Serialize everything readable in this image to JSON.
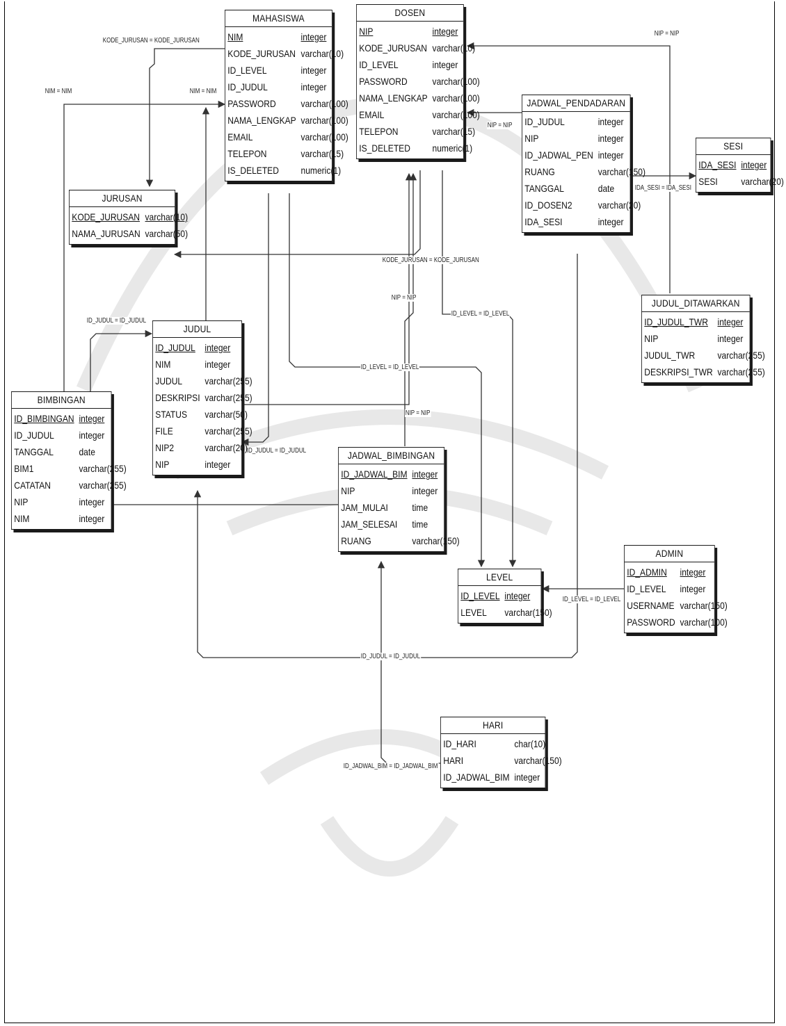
{
  "entities": [
    {
      "id": "mahasiswa",
      "name": "MAHASISWA",
      "cols": [
        {
          "n": "NIM",
          "t": "integer",
          "pk": true
        },
        {
          "n": "KODE_JURUSAN",
          "t": "varchar(10)"
        },
        {
          "n": "ID_LEVEL",
          "t": "integer"
        },
        {
          "n": "ID_JUDUL",
          "t": "integer"
        },
        {
          "n": "PASSWORD",
          "t": "varchar(100)"
        },
        {
          "n": "NAMA_LENGKAP",
          "t": "varchar(100)"
        },
        {
          "n": "EMAIL",
          "t": "varchar(100)"
        },
        {
          "n": "TELEPON",
          "t": "varchar(15)"
        },
        {
          "n": "IS_DELETED",
          "t": "numeric(1)"
        }
      ]
    },
    {
      "id": "dosen",
      "name": "DOSEN",
      "cols": [
        {
          "n": "NIP",
          "t": "integer",
          "pk": true
        },
        {
          "n": "KODE_JURUSAN",
          "t": "varchar(10)"
        },
        {
          "n": "ID_LEVEL",
          "t": "integer"
        },
        {
          "n": "PASSWORD",
          "t": "varchar(100)"
        },
        {
          "n": "NAMA_LENGKAP",
          "t": "varchar(100)"
        },
        {
          "n": "EMAIL",
          "t": "varchar(100)"
        },
        {
          "n": "TELEPON",
          "t": "varchar(15)"
        },
        {
          "n": "IS_DELETED",
          "t": "numeric(1)"
        }
      ]
    },
    {
      "id": "jadwal_pendadaran",
      "name": "JADWAL_PENDADARAN",
      "cols": [
        {
          "n": "ID_JUDUL",
          "t": "integer"
        },
        {
          "n": "NIP",
          "t": "integer"
        },
        {
          "n": "ID_JADWAL_PEN",
          "t": "integer"
        },
        {
          "n": "RUANG",
          "t": "varchar(150)"
        },
        {
          "n": "TANGGAL",
          "t": "date"
        },
        {
          "n": "ID_DOSEN2",
          "t": "varchar(20)"
        },
        {
          "n": "IDA_SESI",
          "t": "integer"
        }
      ]
    },
    {
      "id": "sesi",
      "name": "SESI",
      "cols": [
        {
          "n": "IDA_SESI",
          "t": "integer",
          "pk": true
        },
        {
          "n": "SESI",
          "t": "varchar(20)"
        }
      ]
    },
    {
      "id": "jurusan",
      "name": "JURUSAN",
      "cols": [
        {
          "n": "KODE_JURUSAN",
          "t": "varchar(10)",
          "pk": true
        },
        {
          "n": "NAMA_JURUSAN",
          "t": "varchar(50)"
        }
      ]
    },
    {
      "id": "judul_ditawarkan",
      "name": "JUDUL_DITAWARKAN",
      "cols": [
        {
          "n": "ID_JUDUL_TWR",
          "t": "integer",
          "pk": true
        },
        {
          "n": "NIP",
          "t": "integer"
        },
        {
          "n": "JUDUL_TWR",
          "t": "varchar(255)"
        },
        {
          "n": "DESKRIPSI_TWR",
          "t": "varchar(255)"
        }
      ]
    },
    {
      "id": "judul",
      "name": "JUDUL",
      "cols": [
        {
          "n": "ID_JUDUL",
          "t": "integer",
          "pk": true
        },
        {
          "n": "NIM",
          "t": "integer"
        },
        {
          "n": "JUDUL",
          "t": "varchar(255)"
        },
        {
          "n": "DESKRIPSI",
          "t": "varchar(255)"
        },
        {
          "n": "STATUS",
          "t": "varchar(50)"
        },
        {
          "n": "FILE",
          "t": "varchar(255)"
        },
        {
          "n": "NIP2",
          "t": "varchar(20)"
        },
        {
          "n": "NIP",
          "t": "integer"
        }
      ]
    },
    {
      "id": "bimbingan",
      "name": "BIMBINGAN",
      "cols": [
        {
          "n": "ID_BIMBINGAN",
          "t": "integer",
          "pk": true
        },
        {
          "n": "ID_JUDUL",
          "t": "integer"
        },
        {
          "n": "TANGGAL",
          "t": "date"
        },
        {
          "n": "BIM1",
          "t": "varchar(255)"
        },
        {
          "n": "CATATAN",
          "t": "varchar(255)"
        },
        {
          "n": "NIP",
          "t": "integer"
        },
        {
          "n": "NIM",
          "t": "integer"
        }
      ]
    },
    {
      "id": "jadwal_bimbingan",
      "name": "JADWAL_BIMBINGAN",
      "cols": [
        {
          "n": "ID_JADWAL_BIM",
          "t": "integer",
          "pk": true
        },
        {
          "n": "NIP",
          "t": "integer"
        },
        {
          "n": "JAM_MULAI",
          "t": "time"
        },
        {
          "n": "JAM_SELESAI",
          "t": "time"
        },
        {
          "n": "RUANG",
          "t": "varchar(150)"
        }
      ]
    },
    {
      "id": "admin",
      "name": "ADMIN",
      "cols": [
        {
          "n": "ID_ADMIN",
          "t": "integer",
          "pk": true
        },
        {
          "n": "ID_LEVEL",
          "t": "integer"
        },
        {
          "n": "USERNAME",
          "t": "varchar(150)"
        },
        {
          "n": "PASSWORD",
          "t": "varchar(100)"
        }
      ]
    },
    {
      "id": "level",
      "name": "LEVEL",
      "cols": [
        {
          "n": "ID_LEVEL",
          "t": "integer",
          "pk": true
        },
        {
          "n": "LEVEL",
          "t": "varchar(150)"
        }
      ]
    },
    {
      "id": "hari",
      "name": "HARI",
      "cols": [
        {
          "n": "ID_HARI",
          "t": "char(10)"
        },
        {
          "n": "HARI",
          "t": "varchar(150)"
        },
        {
          "n": "ID_JADWAL_BIM",
          "t": "integer"
        }
      ]
    }
  ],
  "relationships": [
    {
      "id": "r1",
      "label": "KODE_JURUSAN = KODE_JURUSAN"
    },
    {
      "id": "r2",
      "label": "NIM = NIM"
    },
    {
      "id": "r3",
      "label": "NIM = NIM"
    },
    {
      "id": "r4",
      "label": "NIP = NIP"
    },
    {
      "id": "r5",
      "label": "NIP = NIP"
    },
    {
      "id": "r6",
      "label": "IDA_SESI = IDA_SESI"
    },
    {
      "id": "r7",
      "label": "KODE_JURUSAN = KODE_JURUSAN"
    },
    {
      "id": "r8",
      "label": "NIP = NIP"
    },
    {
      "id": "r9",
      "label": "ID_LEVEL = ID_LEVEL"
    },
    {
      "id": "r10",
      "label": "ID_JUDUL = ID_JUDUL"
    },
    {
      "id": "r11",
      "label": "ID_LEVEL = ID_LEVEL"
    },
    {
      "id": "r12",
      "label": "NIP = NIP"
    },
    {
      "id": "r13",
      "label": "ID_JUDUL = ID_JUDUL"
    },
    {
      "id": "r14",
      "label": "ID_LEVEL = ID_LEVEL"
    },
    {
      "id": "r15",
      "label": "ID_JUDUL = ID_JUDUL"
    },
    {
      "id": "r16",
      "label": "ID_JADWAL_BIM = ID_JADWAL_BIM"
    }
  ]
}
